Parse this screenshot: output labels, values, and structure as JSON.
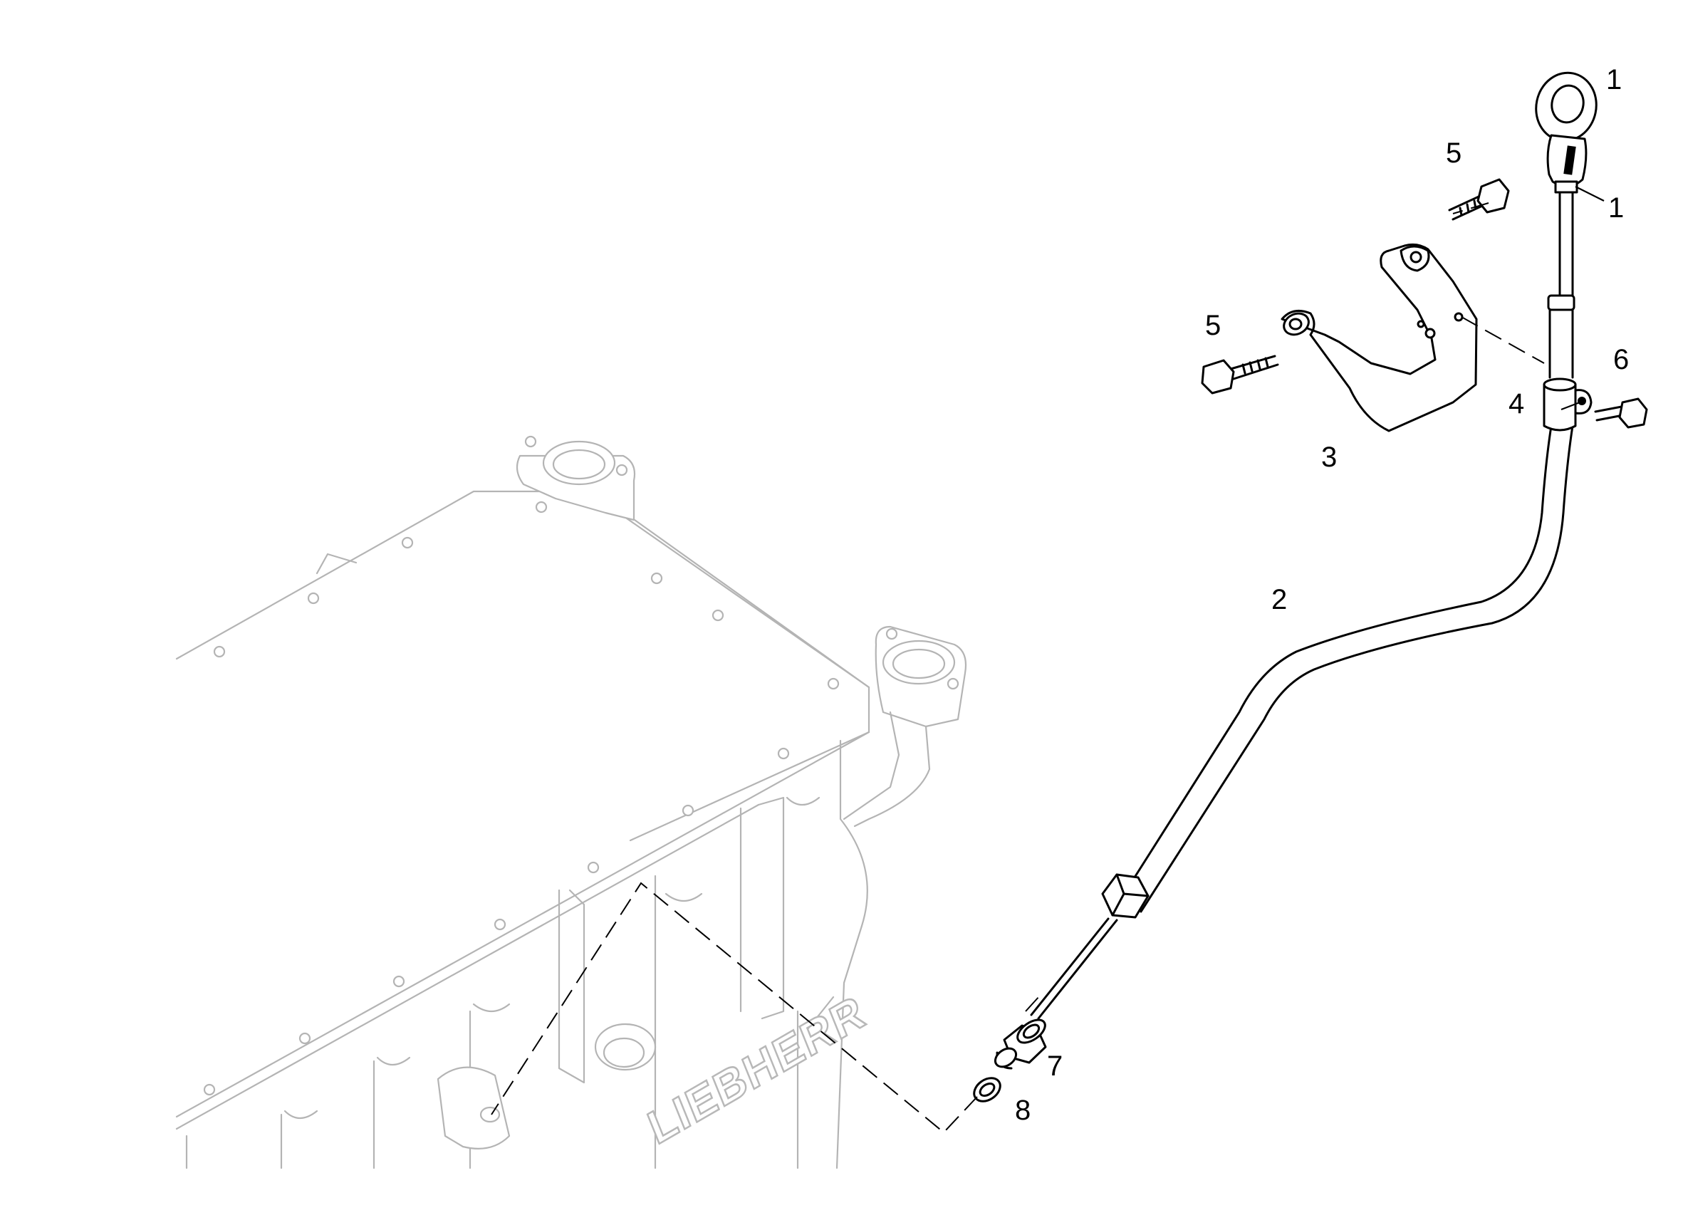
{
  "diagram": {
    "brand_label": "LIEBHERR",
    "callouts": [
      {
        "id": "c1a",
        "label": "1"
      },
      {
        "id": "c1b",
        "label": "1"
      },
      {
        "id": "c2",
        "label": "2"
      },
      {
        "id": "c3",
        "label": "3"
      },
      {
        "id": "c4",
        "label": "4"
      },
      {
        "id": "c5a",
        "label": "5"
      },
      {
        "id": "c5b",
        "label": "5"
      },
      {
        "id": "c6",
        "label": "6"
      },
      {
        "id": "c7",
        "label": "7"
      },
      {
        "id": "c8",
        "label": "8"
      }
    ]
  }
}
